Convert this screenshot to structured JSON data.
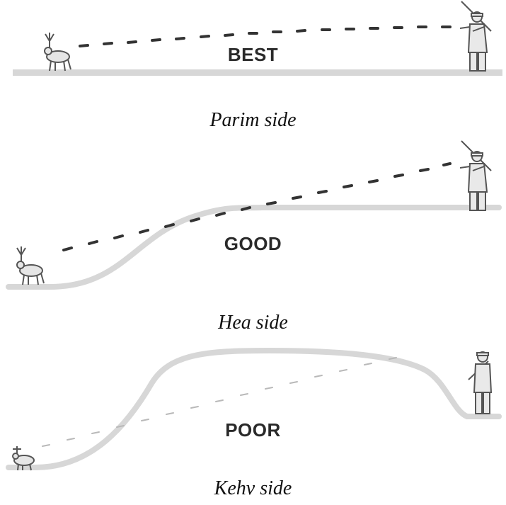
{
  "panels": [
    {
      "label": "BEST",
      "caption": "Parim side"
    },
    {
      "label": "GOOD",
      "caption": "Hea side"
    },
    {
      "label": "POOR",
      "caption": "Kehv side"
    }
  ],
  "colors": {
    "ground": "#d7d7d7",
    "arrow": "#333333",
    "arrow_weak": "#b9b9b9",
    "figure": "#555555"
  },
  "icons": [
    "radio-transmitter-icon",
    "hunter-receiver-icon"
  ]
}
